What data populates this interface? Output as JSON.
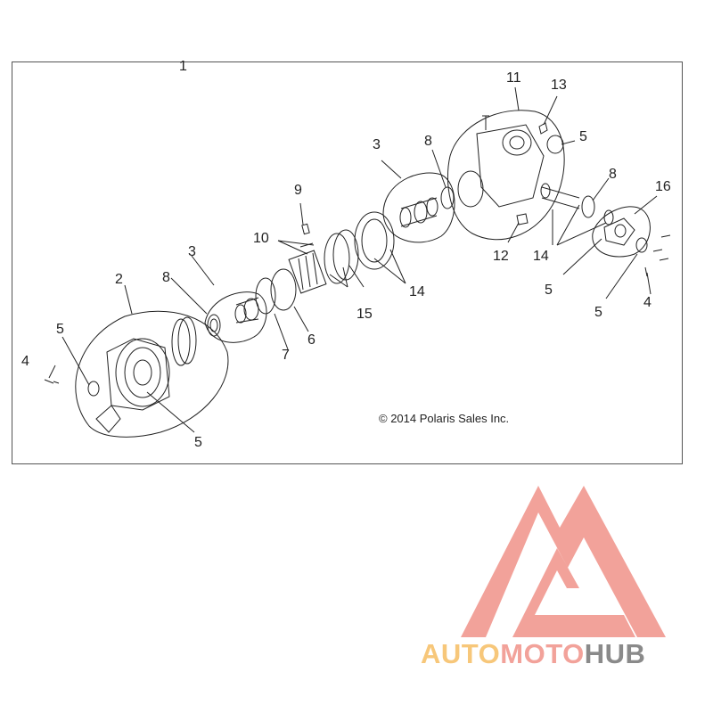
{
  "diagram": {
    "callouts": {
      "c1": "1",
      "c2": "2",
      "c3a": "3",
      "c3b": "3",
      "c4a": "4",
      "c4b": "4",
      "c5a": "5",
      "c5b": "5",
      "c5c": "5",
      "c5d": "5",
      "c5e": "5",
      "c6": "6",
      "c7": "7",
      "c8a": "8",
      "c8b": "8",
      "c8c": "8",
      "c9": "9",
      "c10": "10",
      "c11": "11",
      "c12": "12",
      "c13": "13",
      "c14a": "14",
      "c14b": "14",
      "c15": "15",
      "c16": "16"
    },
    "copyright": "© 2014 Polaris Sales Inc."
  },
  "logo": {
    "brand_auto": "AUTO",
    "brand_moto": "MOTO",
    "brand_hub": "HUB",
    "colors": {
      "primary": "#f2a29a",
      "accent": "#f7c77a",
      "dark": "#8a8a8a"
    }
  }
}
